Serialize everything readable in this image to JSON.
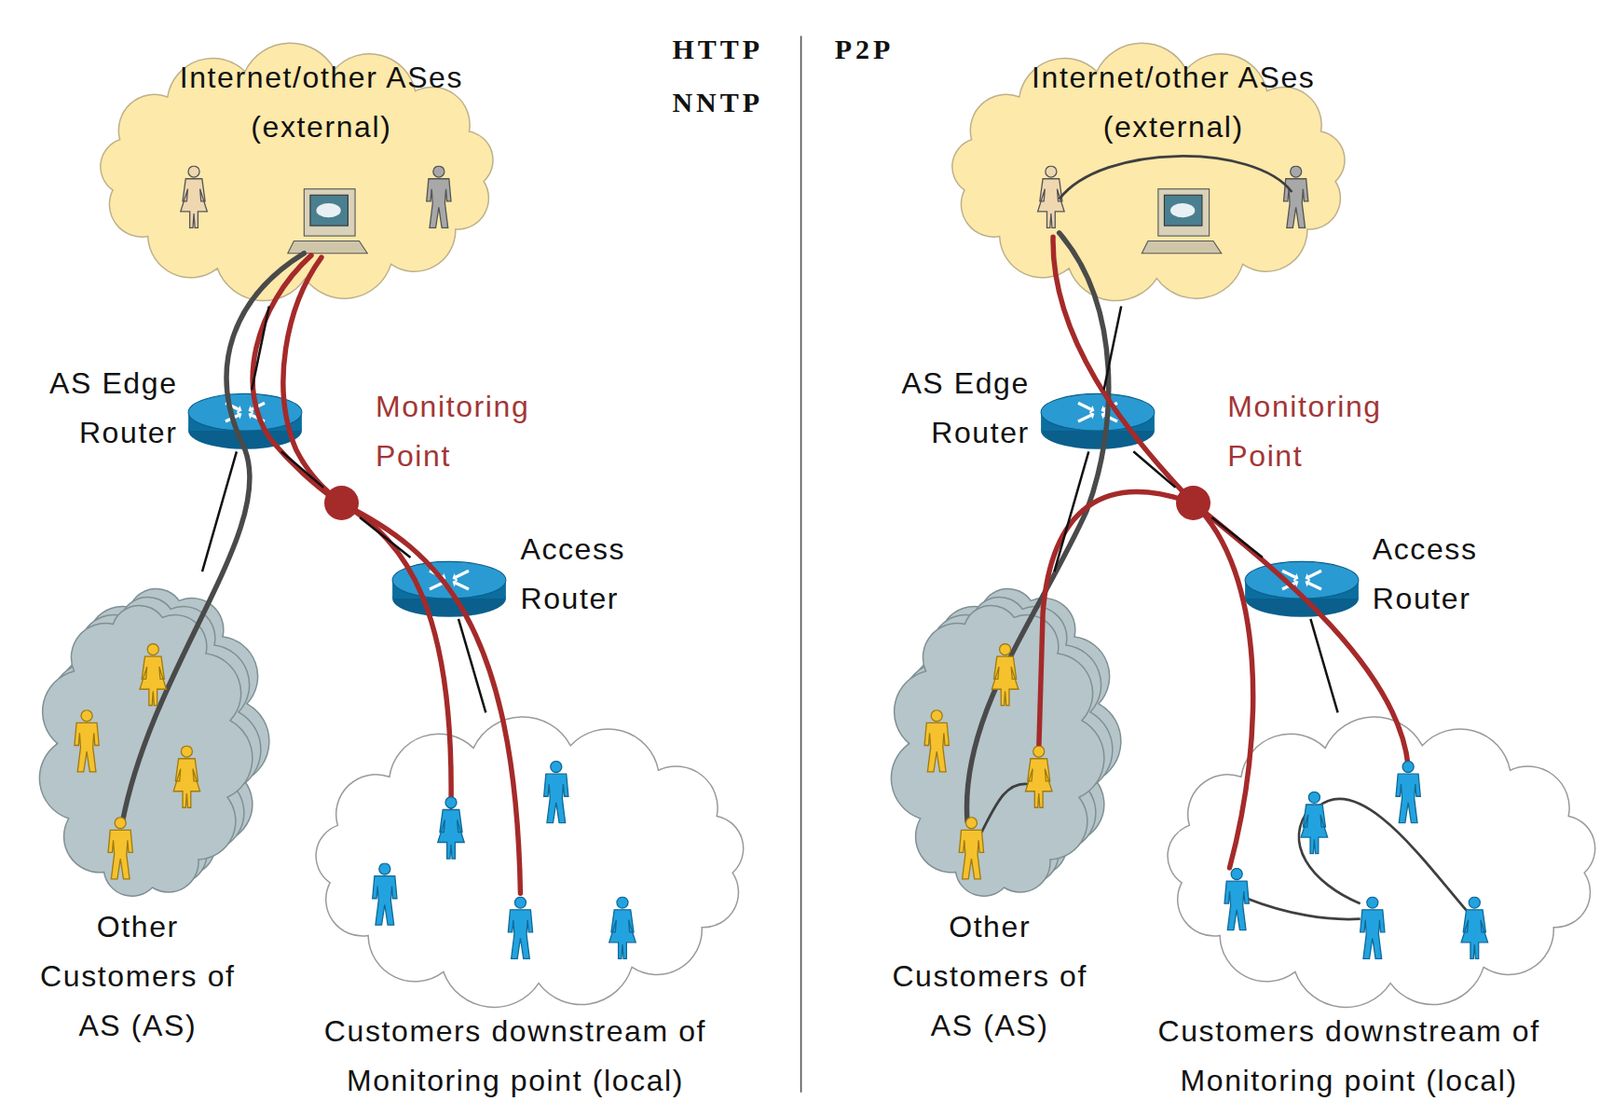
{
  "diagram": {
    "nodes": [
      {
        "text": [
          "Internet/other ASes (external)"
        ]
      },
      {
        "text": [
          "AS Edge Router"
        ]
      },
      {
        "text": [
          "Monitoring Point"
        ]
      },
      {
        "text": [
          "Access Router"
        ]
      },
      {
        "text": [
          "Other Customers of AS (AS)"
        ]
      },
      {
        "text": [
          "Customers downstream of Monitoring point (local)"
        ]
      },
      {
        "text": [
          "Internet/other ASes (external)"
        ]
      },
      {
        "text": [
          "AS Edge Router"
        ]
      },
      {
        "text": [
          "Monitoring Point"
        ]
      },
      {
        "text": [
          "Access Router"
        ]
      },
      {
        "text": [
          "Other Customers of AS (AS)"
        ]
      },
      {
        "text": [
          "Customers downstream of Monitoring point (local)"
        ]
      }
    ],
    "edges": [
      {
        "from": 0,
        "to": 1,
        "arrow": "none"
      },
      {
        "from": 1,
        "to": 4,
        "arrow": "none"
      },
      {
        "from": 1,
        "to": 2,
        "arrow": "none"
      },
      {
        "from": 2,
        "to": 3,
        "arrow": "none"
      },
      {
        "from": 3,
        "to": 5,
        "arrow": "none"
      },
      {
        "from": 6,
        "to": 7,
        "arrow": "none"
      },
      {
        "from": 7,
        "to": 10,
        "arrow": "none"
      },
      {
        "from": 7,
        "to": 8,
        "arrow": "none"
      },
      {
        "from": 8,
        "to": 9,
        "arrow": "none"
      },
      {
        "from": 9,
        "to": 11,
        "arrow": "none"
      }
    ],
    "labels": [
      "HTTP",
      "NNTP",
      "P2P"
    ]
  }
}
